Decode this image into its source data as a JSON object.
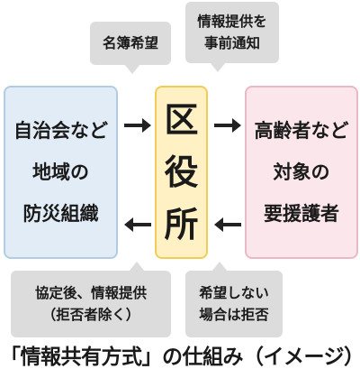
{
  "bubbles": {
    "meibo": [
      "名簿希望"
    ],
    "joho": [
      "情報提供を",
      "事前通知"
    ],
    "kyotei": [
      "協定後、情報提供",
      "（拒否者除く）"
    ],
    "kibo": [
      "希望しない",
      "場合は拒否"
    ]
  },
  "boxes": {
    "left": [
      "自治会など",
      "地域の",
      "防災組織"
    ],
    "center": [
      "区",
      "役",
      "所"
    ],
    "right": [
      "高齢者など",
      "対象の",
      "要援護者"
    ]
  },
  "caption": "「情報共有方式」の仕組み（イメージ）",
  "colors": {
    "left_fill": "#e2ecf6",
    "center_fill": "#fff1c4",
    "right_fill": "#fbe6ec",
    "bubble_fill": "#dcdcdc",
    "arrow": "#222222"
  }
}
